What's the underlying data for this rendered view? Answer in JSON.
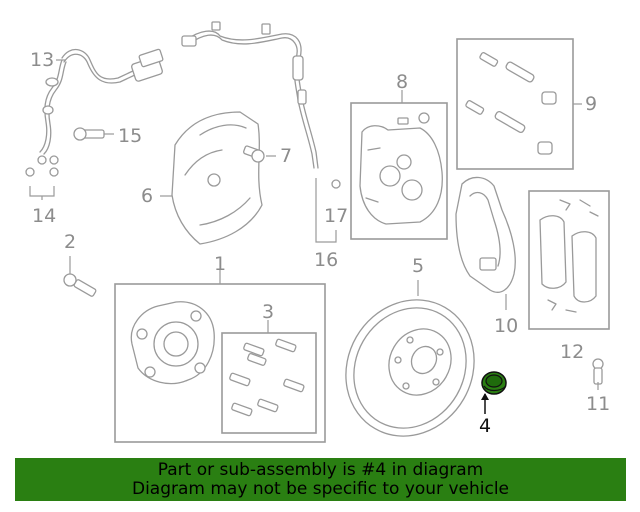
{
  "callouts": {
    "c1": "1",
    "c2": "2",
    "c3": "3",
    "c4": "4",
    "c5": "5",
    "c6": "6",
    "c7": "7",
    "c8": "8",
    "c9": "9",
    "c10": "10",
    "c11": "11",
    "c12": "12",
    "c13": "13",
    "c14": "14",
    "c15": "15",
    "c16": "16",
    "c17": "17"
  },
  "highlight": {
    "part_number": "4",
    "color": "#2a7f12"
  },
  "banner": {
    "line1": "Part or sub-assembly is #4 in diagram",
    "line2": "Diagram may not be specific to your vehicle",
    "background": "#2a7f12"
  },
  "colors": {
    "linework": "#9a9a9a",
    "callout_text": "#8c8c8c"
  }
}
